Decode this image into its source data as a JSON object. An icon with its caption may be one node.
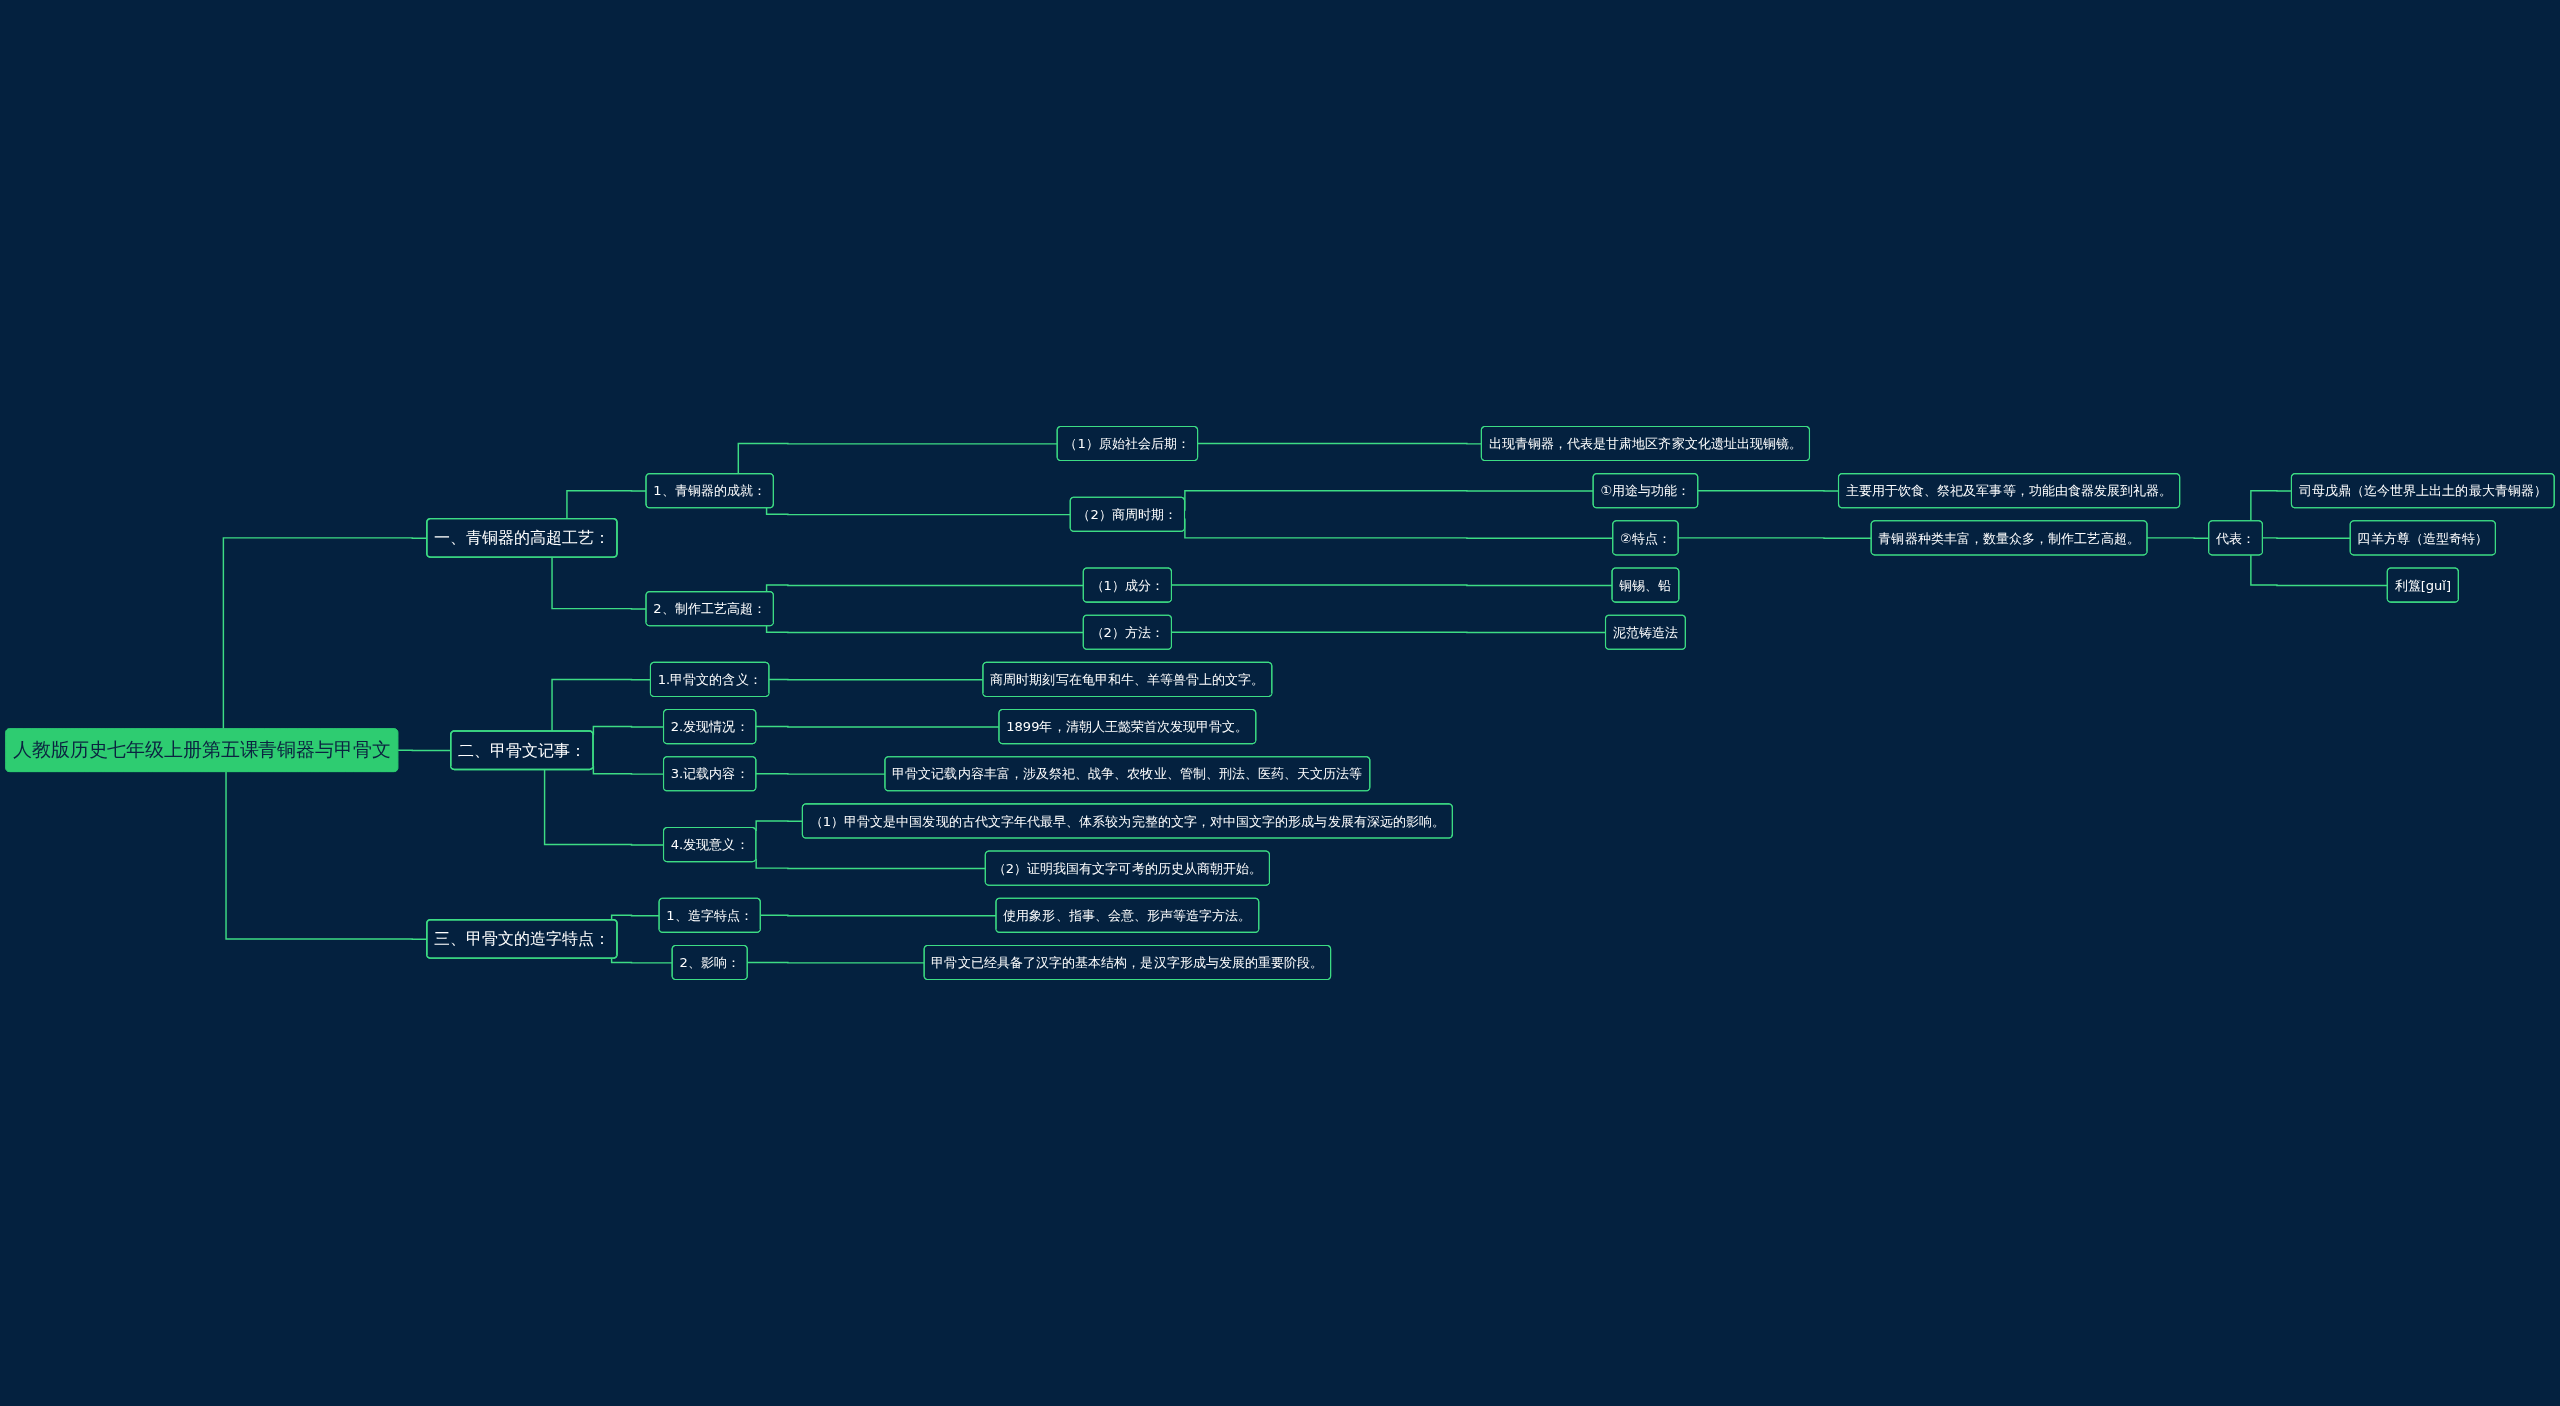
{
  "diagram": {
    "nodes": [
      {
        "text": [
          "人教版历史七年级上册第五课青铜器与甲骨文"
        ]
      },
      {
        "text": [
          "一、青铜器的高超工艺："
        ]
      },
      {
        "text": [
          "1、青铜器的成就："
        ]
      },
      {
        "text": [
          "（1）原始社会后期："
        ]
      },
      {
        "text": [
          "出现青铜器，代表是甘肃地区齐家文化遗址出现铜镜。"
        ]
      },
      {
        "text": [
          "（2）商周时期："
        ]
      },
      {
        "text": [
          "①用途与功能："
        ]
      },
      {
        "text": [
          "主要用于饮食、祭祀及军事等，功能由食器发展到礼器。"
        ]
      },
      {
        "text": [
          "②特点："
        ]
      },
      {
        "text": [
          "青铜器种类丰富，数量众多，制作工艺高超。"
        ]
      },
      {
        "text": [
          "代表："
        ]
      },
      {
        "text": [
          "司母戊鼎（迄今世界上出土的最大青铜器）"
        ]
      },
      {
        "text": [
          "四羊方尊（造型奇特）"
        ]
      },
      {
        "text": [
          "利簋[guǐ]"
        ]
      },
      {
        "text": [
          "2、制作工艺高超："
        ]
      },
      {
        "text": [
          "（1）成分："
        ]
      },
      {
        "text": [
          "铜锡、铅"
        ]
      },
      {
        "text": [
          "（2）方法："
        ]
      },
      {
        "text": [
          "泥范铸造法"
        ]
      },
      {
        "text": [
          "二、甲骨文记事："
        ]
      },
      {
        "text": [
          "1.甲骨文的含义："
        ]
      },
      {
        "text": [
          "商周时期刻写在龟甲和牛、羊等兽骨上的文字。"
        ]
      },
      {
        "text": [
          "2.发现情况："
        ]
      },
      {
        "text": [
          "1899年，清朝人王懿荣首次发现甲骨文。"
        ]
      },
      {
        "text": [
          "3.记载内容："
        ]
      },
      {
        "text": [
          "甲骨文记载内容丰富，涉及祭祀、战争、农牧业、管制、刑法、医药、天文历法等"
        ]
      },
      {
        "text": [
          "4.发现意义："
        ]
      },
      {
        "text": [
          "（1）甲骨文是中国发现的古代文字年代最早、体系较为完整的文字，对中国文字的形成与发展有深远的影响。"
        ]
      },
      {
        "text": [
          "（2）证明我国有文字可考的历史从商朝开始。"
        ]
      },
      {
        "text": [
          "三、甲骨文的造字特点："
        ]
      },
      {
        "text": [
          "1、造字特点："
        ]
      },
      {
        "text": [
          "使用象形、指事、会意、形声等造字方法。"
        ]
      },
      {
        "text": [
          "2、影响："
        ]
      },
      {
        "text": [
          "甲骨文已经具备了汉字的基本结构，是汉字形成与发展的重要阶段。"
        ]
      }
    ],
    "edges": [
      {
        "from": 0,
        "to": 1,
        "arrow": "none"
      },
      {
        "from": 1,
        "to": 2,
        "arrow": "none"
      },
      {
        "from": 2,
        "to": 3,
        "arrow": "none"
      },
      {
        "from": 3,
        "to": 4,
        "arrow": "none"
      },
      {
        "from": 2,
        "to": 5,
        "arrow": "none"
      },
      {
        "from": 5,
        "to": 6,
        "arrow": "none"
      },
      {
        "from": 6,
        "to": 7,
        "arrow": "none"
      },
      {
        "from": 5,
        "to": 8,
        "arrow": "none"
      },
      {
        "from": 8,
        "to": 9,
        "arrow": "none"
      },
      {
        "from": 9,
        "to": 10,
        "arrow": "none"
      },
      {
        "from": 10,
        "to": 11,
        "arrow": "none"
      },
      {
        "from": 10,
        "to": 12,
        "arrow": "none"
      },
      {
        "from": 10,
        "to": 13,
        "arrow": "none"
      },
      {
        "from": 1,
        "to": 14,
        "arrow": "none"
      },
      {
        "from": 14,
        "to": 15,
        "arrow": "none"
      },
      {
        "from": 15,
        "to": 16,
        "arrow": "none"
      },
      {
        "from": 14,
        "to": 17,
        "arrow": "none"
      },
      {
        "from": 17,
        "to": 18,
        "arrow": "none"
      },
      {
        "from": 0,
        "to": 19,
        "arrow": "none"
      },
      {
        "from": 19,
        "to": 20,
        "arrow": "none"
      },
      {
        "from": 20,
        "to": 21,
        "arrow": "none"
      },
      {
        "from": 19,
        "to": 22,
        "arrow": "none"
      },
      {
        "from": 22,
        "to": 23,
        "arrow": "none"
      },
      {
        "from": 19,
        "to": 24,
        "arrow": "none"
      },
      {
        "from": 24,
        "to": 25,
        "arrow": "none"
      },
      {
        "from": 19,
        "to": 26,
        "arrow": "none"
      },
      {
        "from": 26,
        "to": 27,
        "arrow": "none"
      },
      {
        "from": 26,
        "to": 28,
        "arrow": "none"
      },
      {
        "from": 0,
        "to": 29,
        "arrow": "none"
      },
      {
        "from": 29,
        "to": 30,
        "arrow": "none"
      },
      {
        "from": 30,
        "to": 31,
        "arrow": "none"
      },
      {
        "from": 29,
        "to": 32,
        "arrow": "none"
      },
      {
        "from": 32,
        "to": 33,
        "arrow": "none"
      }
    ]
  }
}
